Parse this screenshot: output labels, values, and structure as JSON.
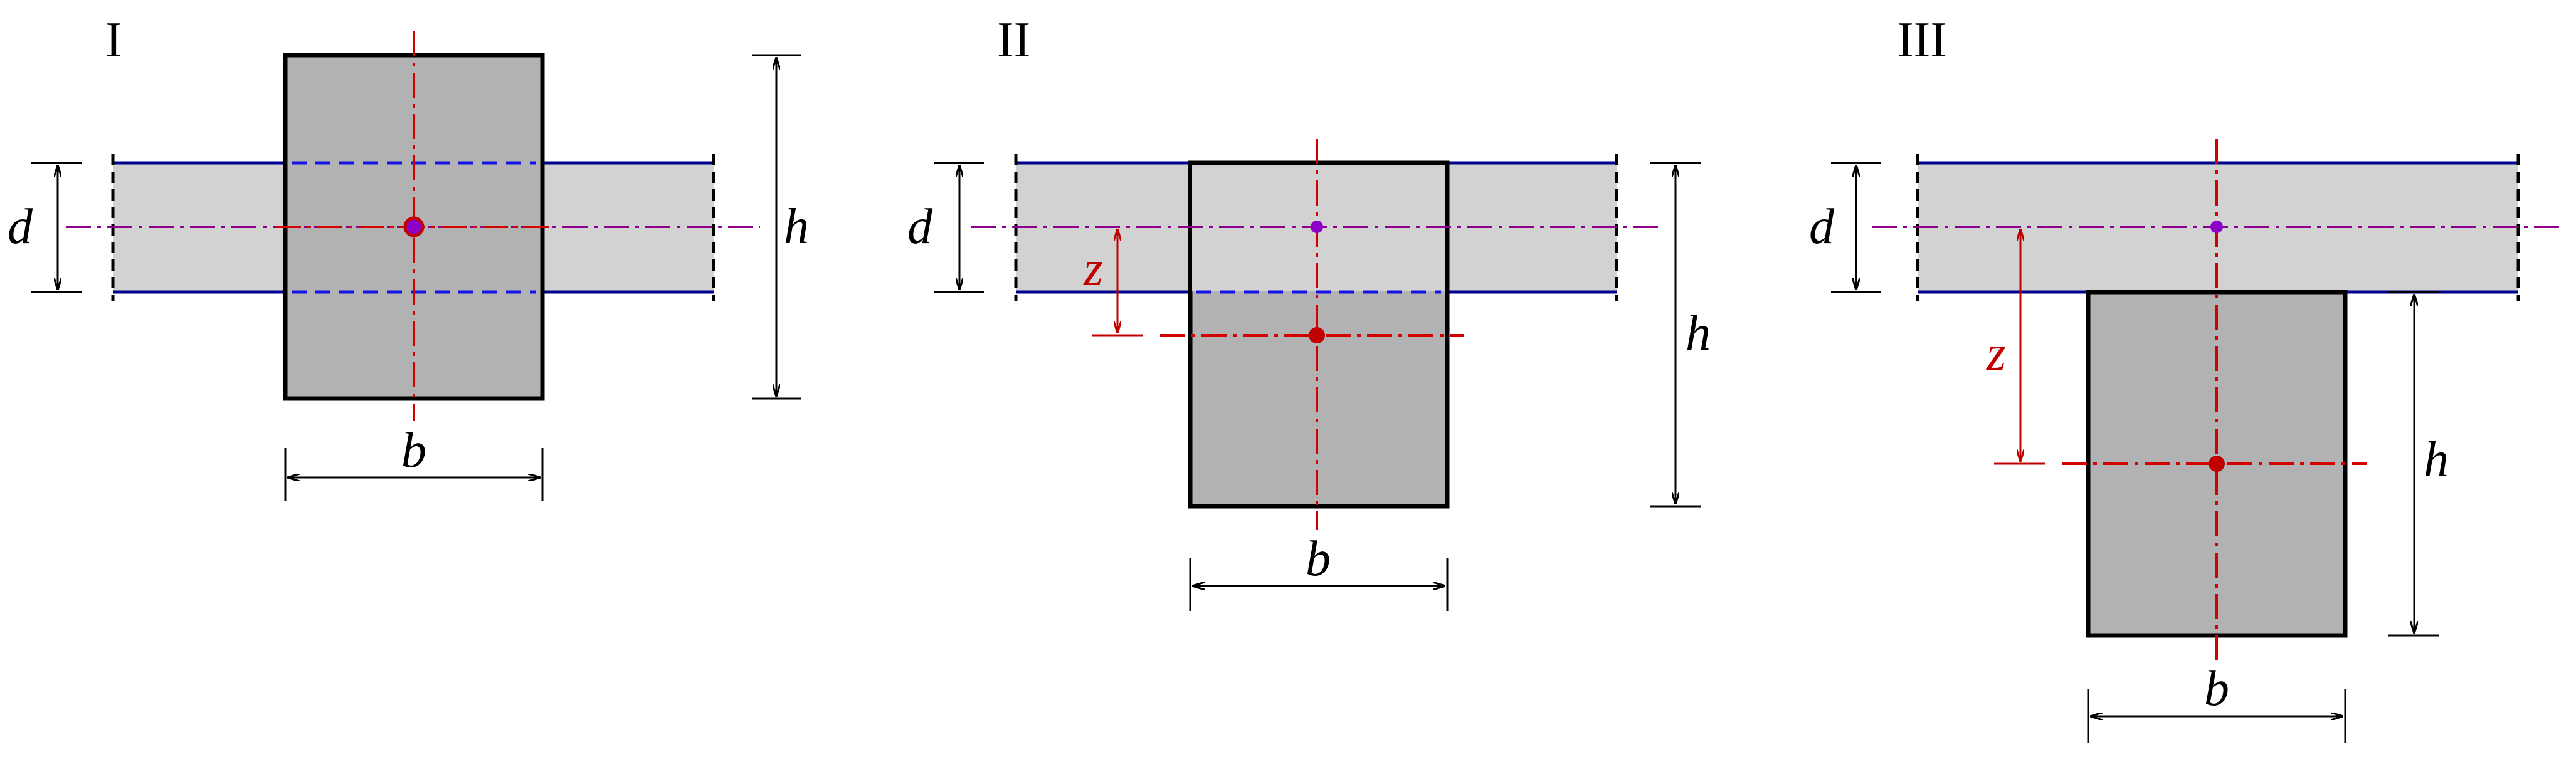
{
  "panels": [
    {
      "title": "I",
      "labels": {
        "d": "d",
        "h": "h",
        "b": "b"
      }
    },
    {
      "title": "II",
      "labels": {
        "d": "d",
        "h": "h",
        "b": "b",
        "z": "z"
      }
    },
    {
      "title": "III",
      "labels": {
        "d": "d",
        "h": "h",
        "b": "b",
        "z": "z"
      }
    }
  ],
  "colors": {
    "slab_fill": "#d2d2d2",
    "beam_fill": "#b2b2b2",
    "slab_edge_blue": "#00008c",
    "hidden_edge_blue": "#1414e6",
    "beam_axis_red": "#d20000",
    "slab_axis_purple": "#8c008c",
    "centroid_red": "#c00000",
    "centroid_purple": "#8c00c8",
    "dimension_black": "#000000"
  }
}
